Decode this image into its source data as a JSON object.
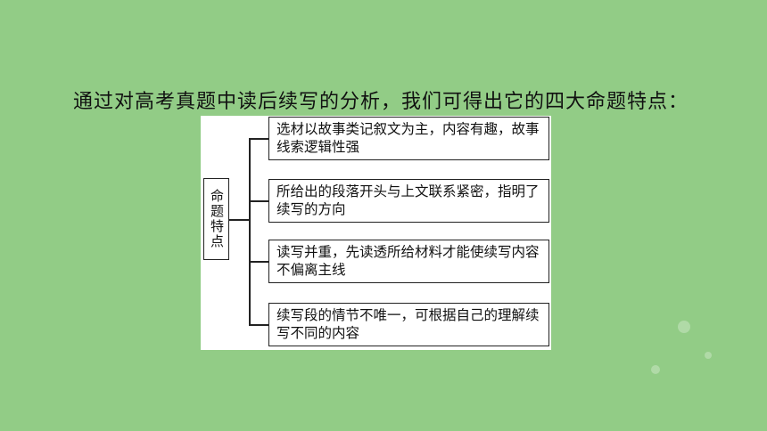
{
  "intro_text": "通过对高考真题中读后续写的分析，我们可得出它的四大命题特点：",
  "diagram": {
    "root_label": "命题特点",
    "items": [
      "选材以故事类记叙文为主，内容有趣，故事线索逻辑性强",
      "所给出的段落开头与上文联系紧密，指明了续写的方向",
      "读写并重，先读透所给材料才能使续写内容不偏离主线",
      "续写段的情节不唯一，可根据自己的理解续写不同的内容"
    ]
  }
}
